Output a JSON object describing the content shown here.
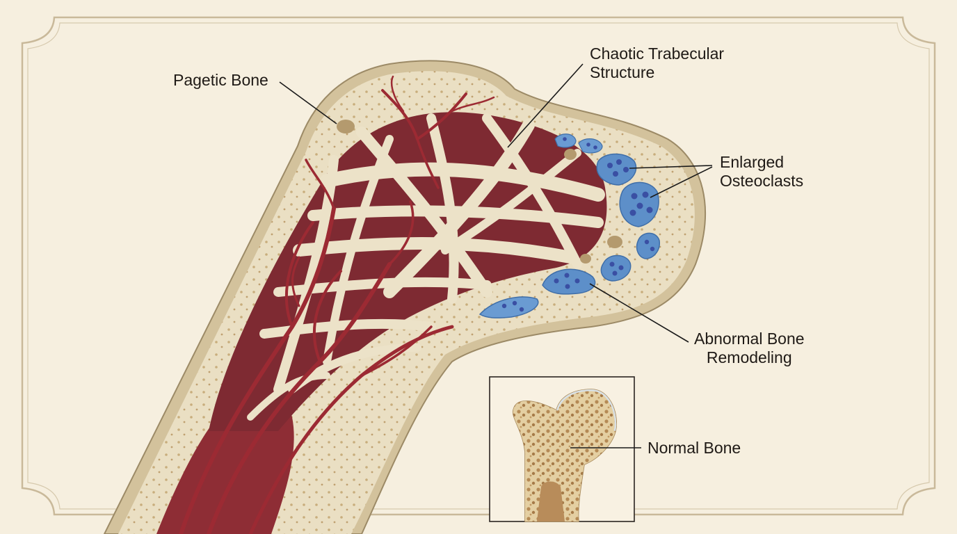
{
  "labels": {
    "pagetic_bone": "Pagetic Bone",
    "trabecular": {
      "line1": "Chaotic Trabecular",
      "line2": "Structure"
    },
    "osteoclasts": {
      "line1": "Enlarged",
      "line2": "Osteoclasts"
    },
    "remodeling": {
      "line1": "Abnormal Bone",
      "line2": "Remodeling"
    },
    "normal_bone": "Normal Bone"
  },
  "colors": {
    "paper": "#f6efdf",
    "frame": "#c9b99a",
    "bone_outer": "#d8c9a4",
    "bone_cortex": "#eadfc3",
    "marrow": "#8e2d35",
    "vessel": "#9c2a33",
    "trabecula": "#e9dfc5",
    "osteoclast": "#5d8fc9",
    "osteoclast_nucleus": "#3a4fa3",
    "normal_bone": "#d8b98a",
    "leader_line": "#1a1a1a"
  },
  "icons": [
    "osteoclast-cell-icon"
  ]
}
